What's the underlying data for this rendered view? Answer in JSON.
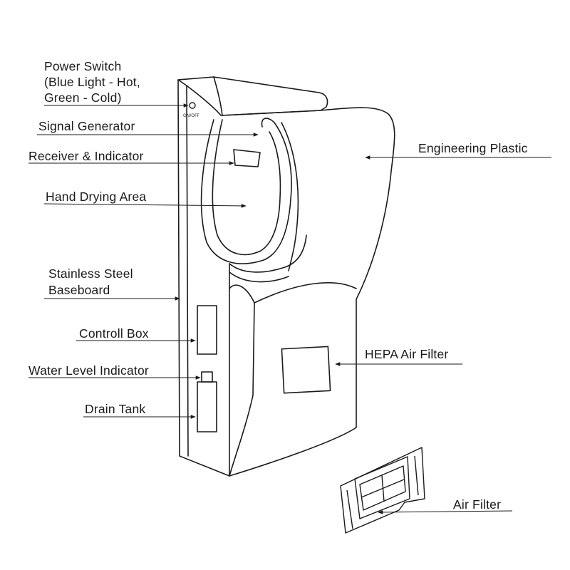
{
  "labels": {
    "power_switch": [
      "Power Switch",
      "(Blue Light - Hot,",
      "Green - Cold)"
    ],
    "on_off": "ON/OFF",
    "signal_generator": "Signal Generator",
    "receiver_indicator": "Receiver & Indicator",
    "hand_drying_area": "Hand Drying Area",
    "stainless_steel": [
      "Stainless Steel",
      "Baseboard"
    ],
    "controll_box": "Controll Box",
    "water_level_indicator": "Water Level Indicator",
    "drain_tank": "Drain Tank",
    "engineering_plastic": "Engineering Plastic",
    "hepa_air_filter": "HEPA Air Filter",
    "air_filter": "Air Filter"
  },
  "colors": {
    "line": "#1a1a1a",
    "background": "#ffffff"
  }
}
